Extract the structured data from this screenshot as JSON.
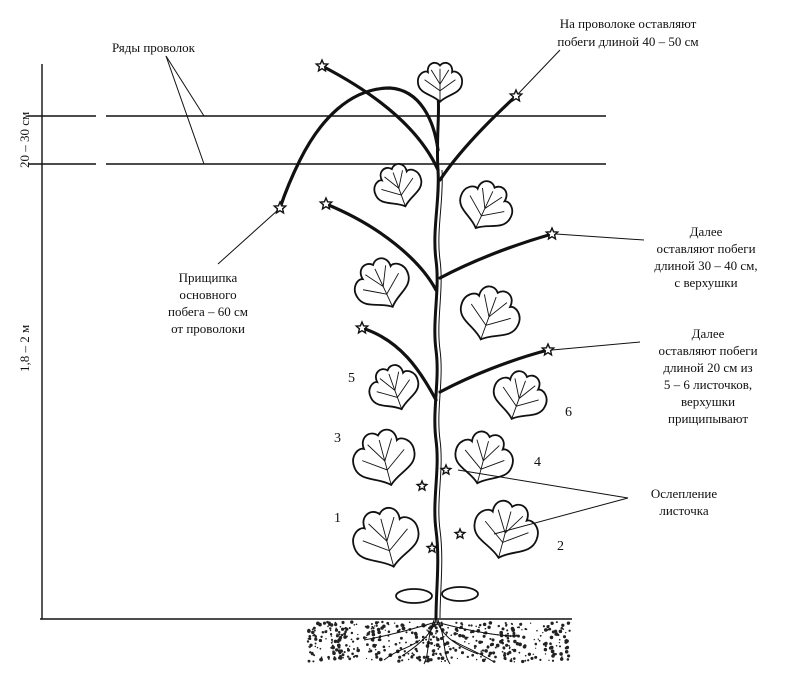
{
  "labels": {
    "wires": "Ряды проволок",
    "top_right_1": "На проволоке оставляют",
    "top_right_2": "побеги длиной 40 – 50 см",
    "pinch_1": "Прищипка",
    "pinch_2": "основного",
    "pinch_3": "побега – 60 см",
    "pinch_4": "от проволоки",
    "mid_right_1": "Далее",
    "mid_right_2": "оставляют побеги",
    "mid_right_3": "длиной 30 – 40 см,",
    "mid_right_4": "с верхушки",
    "low_right_1": "Далее",
    "low_right_2": "оставляют побеги",
    "low_right_3": "длиной 20 см из",
    "low_right_4": "5 – 6 листочков,",
    "low_right_5": "верхушки",
    "low_right_6": "прищипывают",
    "blind_1": "Ослепление",
    "blind_2": "листочка"
  },
  "dimensions": {
    "upper": "20 – 30 см",
    "lower": "1,8 – 2 м"
  },
  "leaf_numbers": [
    "1",
    "2",
    "3",
    "4",
    "5",
    "6"
  ]
}
